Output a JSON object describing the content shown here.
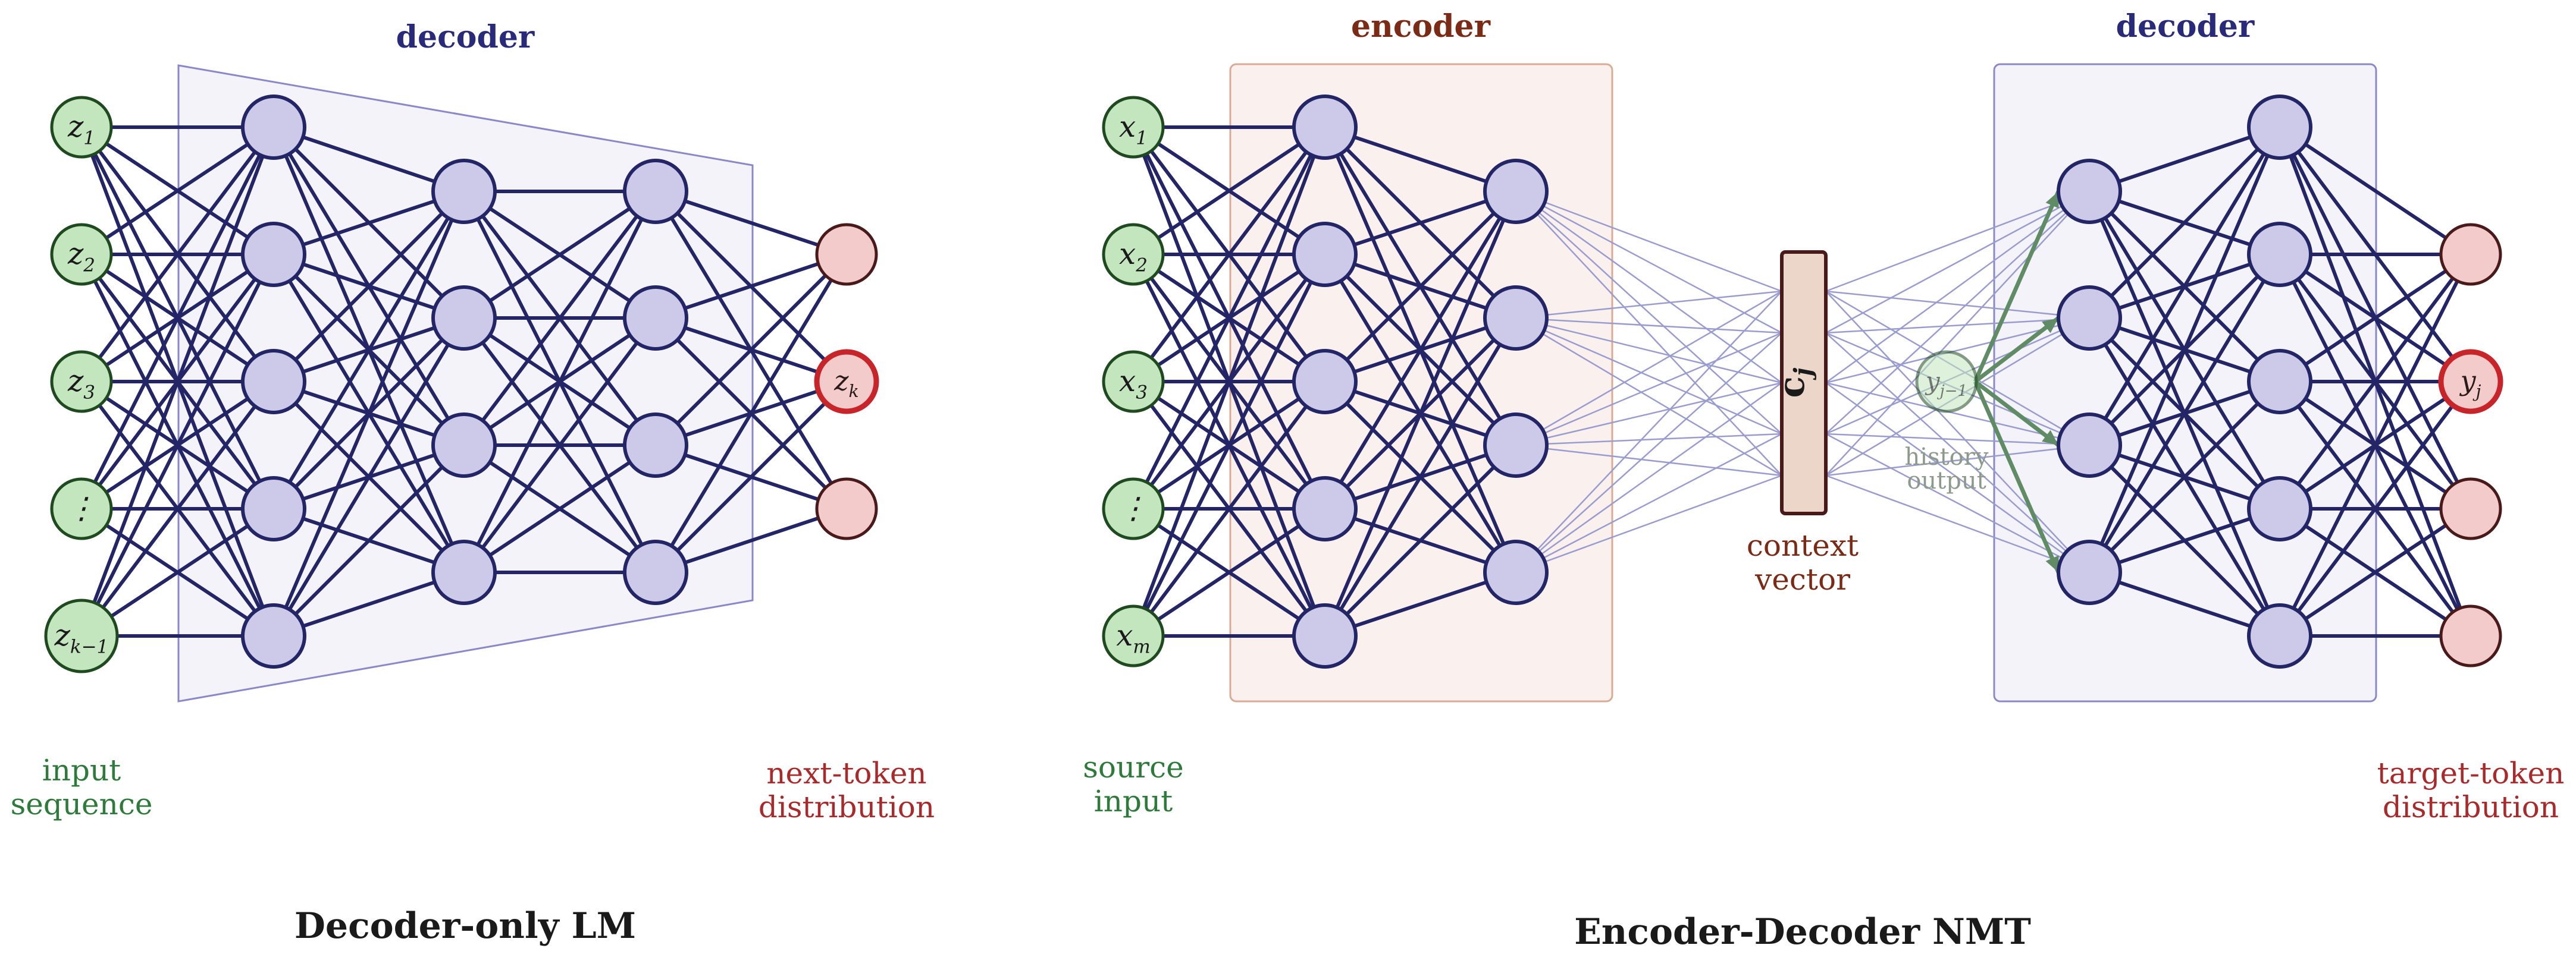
{
  "colors": {
    "edge": "#232566",
    "edge_light": "#9a9ccf",
    "hidden_fill": "#cccae8",
    "hidden_stroke": "#232566",
    "input_fill": "#c3e6be",
    "input_stroke": "#1f4a20",
    "output_fill": "#f3cbcb",
    "output_stroke": "#4a1a1a",
    "output_highlight_stroke": "#c8252b",
    "decoder_box_fill": "#f3f3f9",
    "decoder_box_stroke": "#8a88c8",
    "encoder_box_fill": "#faf1ef",
    "encoder_box_stroke": "#d9ab96",
    "context_fill": "#ecd6ca",
    "context_stroke": "#4a1a1a",
    "history_arrow": "#5f8c65",
    "history_text": "#8c9a8c",
    "green_text": "#2d7a3a",
    "red_text": "#a82a2a",
    "decoder_title": "#2a2a7a",
    "encoder_title": "#7a2a15",
    "context_text": "#7a2a15",
    "caption": "#1a1a1a"
  },
  "left": {
    "box_title": "decoder",
    "inputs": [
      "z",
      "z",
      "z",
      "⋮",
      "z"
    ],
    "input_subs": [
      "1",
      "2",
      "3",
      "",
      "k−1"
    ],
    "output_label": "z",
    "output_sub": "k",
    "input_caption": [
      "input",
      "sequence"
    ],
    "output_caption": [
      "next-token",
      "distribution"
    ],
    "caption": "Decoder-only LM"
  },
  "right": {
    "encoder_title": "encoder",
    "decoder_title": "decoder",
    "inputs": [
      "x",
      "x",
      "x",
      "⋮",
      "x"
    ],
    "input_subs": [
      "1",
      "2",
      "3",
      "",
      "m"
    ],
    "context_symbol": "c",
    "context_sub": "j",
    "context_caption": [
      "context",
      "vector"
    ],
    "history_node": "y",
    "history_sub": "j−1",
    "history_caption": [
      "history",
      "output"
    ],
    "output_label": "y",
    "output_sub": "j",
    "input_caption": [
      "source",
      "input"
    ],
    "output_caption": [
      "target-token",
      "distribution"
    ],
    "caption": "Encoder-Decoder NMT"
  }
}
